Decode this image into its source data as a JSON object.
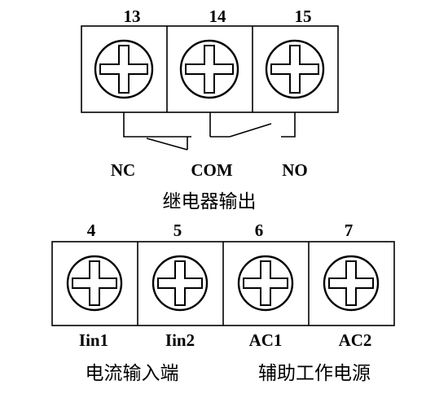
{
  "relay": {
    "terminals": [
      {
        "number": "13",
        "label": "NC"
      },
      {
        "number": "14",
        "label": "COM"
      },
      {
        "number": "15",
        "label": "NO"
      }
    ],
    "caption": "继电器输出"
  },
  "bottom": {
    "terminals": [
      {
        "number": "4",
        "label": "Iin1"
      },
      {
        "number": "5",
        "label": "Iin2"
      },
      {
        "number": "6",
        "label": "AC1"
      },
      {
        "number": "7",
        "label": "AC2"
      }
    ],
    "captions": [
      "电流输入端",
      "辅助工作电源"
    ]
  },
  "colors": {
    "line": "#000000",
    "background": "#ffffff"
  }
}
